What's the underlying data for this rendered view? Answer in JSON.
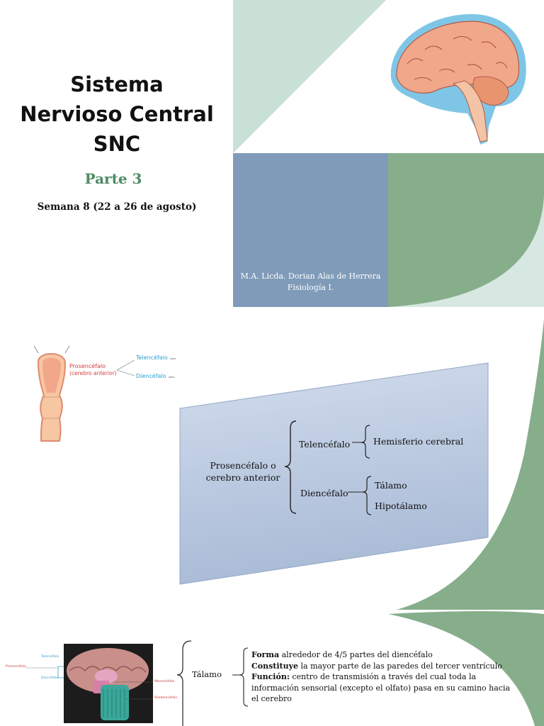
{
  "slide1": {
    "title_lines": [
      "Sistema",
      "Nervioso Central",
      "SNC"
    ],
    "subtitle": "Parte 3",
    "week": "Semana 8 (22 a 26 de agosto)",
    "author": "M.A. Licda. Dorian Alas de Herrera",
    "course": "Fisiología I."
  },
  "slide2": {
    "figure_labels": {
      "prosencefalo": "Prosencéfalo",
      "cerebro_anterior": "(cerebro anterior)",
      "telencefalo": "Telencéfalo",
      "diencefalo": "Diencéfalo"
    },
    "concept_map": {
      "root_line1": "Prosencéfalo o",
      "root_line2": "cerebro anterior",
      "branch1": "Telencéfalo",
      "branch1_child": "Hemisferio cerebral",
      "branch2": "Diencéfalo",
      "branch2_child1": "Tálamo",
      "branch2_child2": "Hipotálamo"
    }
  },
  "slide3": {
    "figure_labels": {
      "left": "Prosencéfalo",
      "top": "Telencéfalo",
      "mid": "Diencéfalo",
      "r1": "Mesencéfalo",
      "r2": "Rombencéfalo"
    },
    "topic": "Tálamo",
    "desc": {
      "l1_key": "Forma",
      "l1_val": " alrededor de 4/5 partes del diencéfalo",
      "l2_key": "Constituye",
      "l2_val": " la mayor parte de las paredes del tercer ventrículo",
      "l3_key": "Función:",
      "l3_val": " centro de transmisión a través del cual toda la",
      "l4": "información sensorial (excepto el olfato) pasa en su camino hacia",
      "l5": "el cerebro"
    }
  }
}
